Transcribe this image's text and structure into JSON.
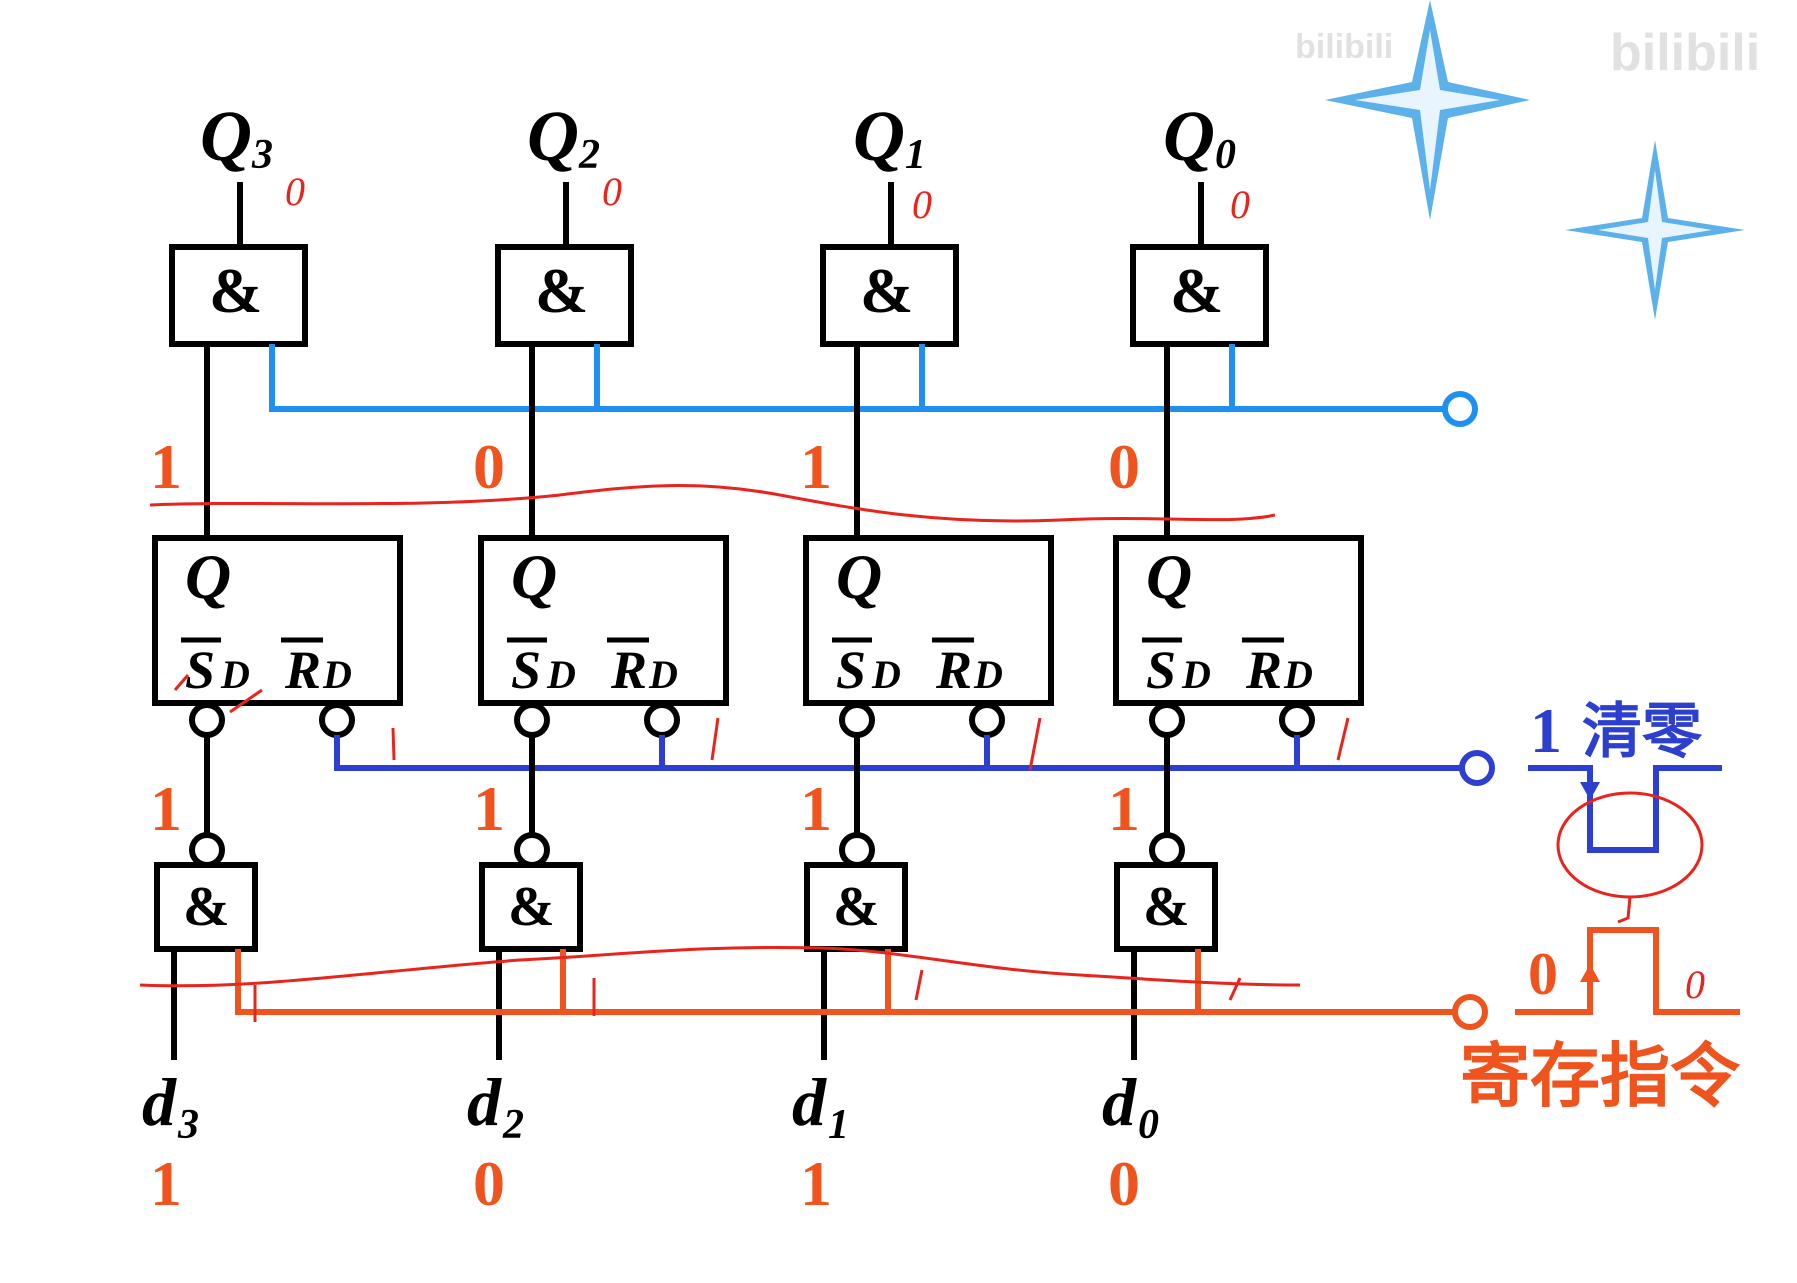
{
  "outputs": {
    "q3": "Q",
    "q3_sub": "3",
    "q2": "Q",
    "q2_sub": "2",
    "q1": "Q",
    "q1_sub": "1",
    "q0": "Q",
    "q0_sub": "0"
  },
  "gates": {
    "and_symbol": "&"
  },
  "flipflop": {
    "q_label": "Q",
    "sd_main": "S",
    "sd_sub": "D",
    "rd_main": "R",
    "rd_sub": "D"
  },
  "stored_values": [
    "1",
    "0",
    "1",
    "0"
  ],
  "sd_values": [
    "1",
    "1",
    "1",
    "1"
  ],
  "inputs": {
    "d3": "d",
    "d3_sub": "3",
    "d2": "d",
    "d2_sub": "2",
    "d1": "d",
    "d1_sub": "1",
    "d0": "d",
    "d0_sub": "0"
  },
  "input_values": [
    "1",
    "0",
    "1",
    "0"
  ],
  "clear": {
    "value": "1",
    "label": "清零"
  },
  "store": {
    "value": "0",
    "label": "寄存指令"
  },
  "handwriting": {
    "q_marks": [
      "0",
      "0",
      "0",
      "0"
    ],
    "store_after": "0"
  },
  "watermark": "bilibili",
  "colors": {
    "read_bus": "#1f8ff0",
    "clear_bus": "#2d3fcf",
    "store_bus": "#f0541e",
    "annotation": "#e8241c"
  }
}
